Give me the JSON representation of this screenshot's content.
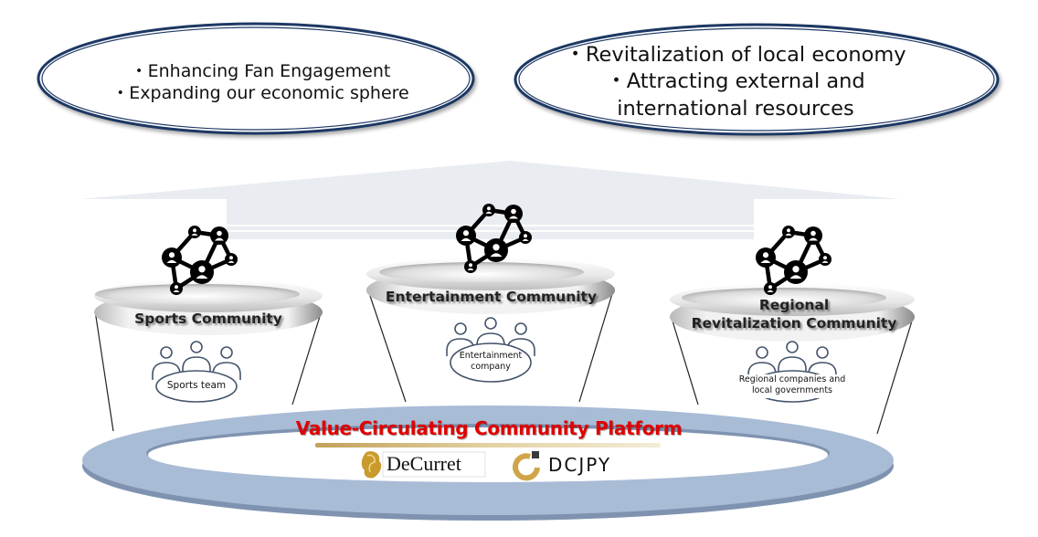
{
  "goals": {
    "left": {
      "lines": [
        "・Enhancing Fan Engagement",
        "・Expanding our economic sphere"
      ]
    },
    "right": {
      "lines": [
        "・Revitalization of local economy",
        "・Attracting external and",
        "international resources"
      ]
    }
  },
  "communities": [
    {
      "id": "sports",
      "title_lines": [
        "Sports Community"
      ],
      "group_lines": [
        "Sports team"
      ],
      "icon": "network-people-icon"
    },
    {
      "id": "entertainment",
      "title_lines": [
        "Entertainment Community"
      ],
      "group_lines": [
        "Entertainment",
        "company"
      ],
      "icon": "network-people-icon"
    },
    {
      "id": "regional",
      "title_lines": [
        "Regional",
        "Revitalization Community"
      ],
      "group_lines": [
        "Regional companies and",
        "local governments"
      ],
      "icon": "network-people-icon"
    }
  ],
  "platform": {
    "title": "Value-Circulating Community Platform",
    "logos": [
      {
        "name": "DeCurret",
        "icon": "decurret-logo-icon"
      },
      {
        "name": "DCJPY",
        "icon": "dcjpy-logo-icon"
      }
    ]
  },
  "colors": {
    "ellipse_border": "#1f3864",
    "ring": "#a9bcd6",
    "ring_shadow": "#7f93b0",
    "arrow": "#e9ecf1",
    "people_icon": "#44546a",
    "title_red": "#e00000",
    "gold": "#c9a660"
  }
}
